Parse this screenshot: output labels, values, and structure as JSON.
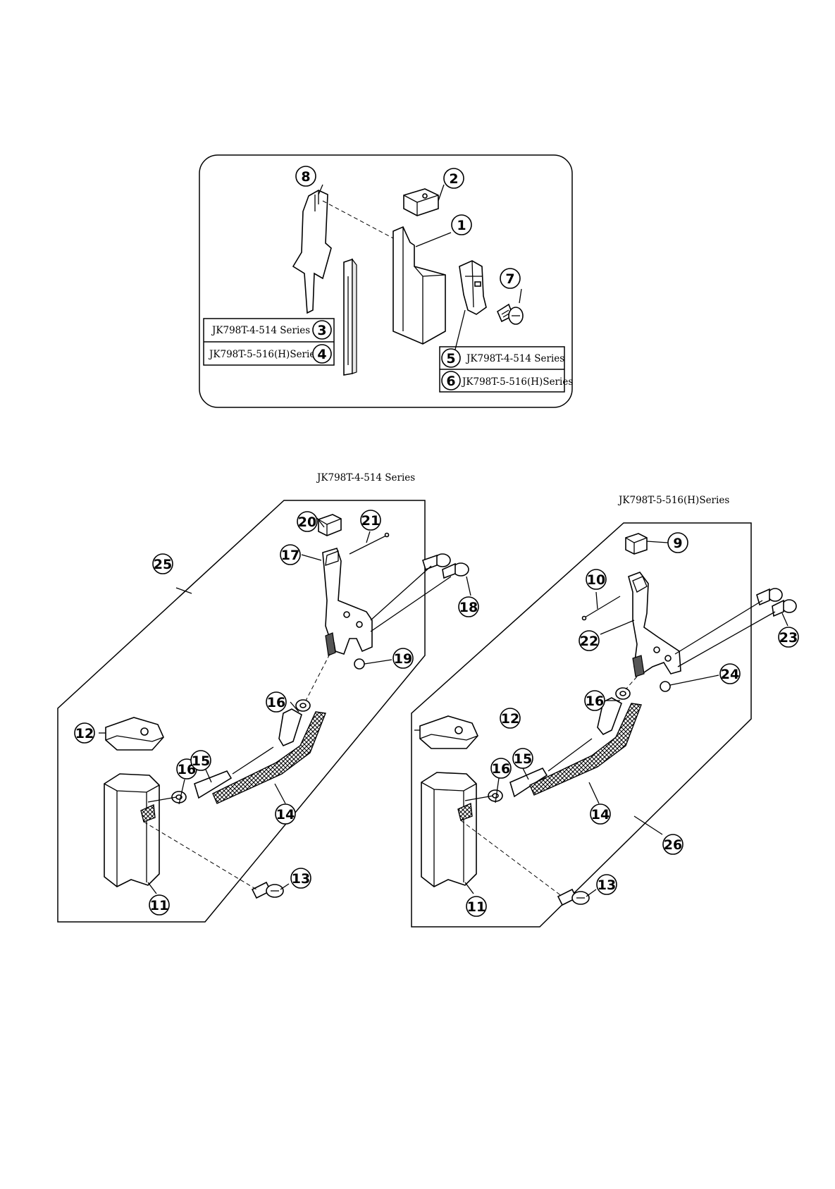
{
  "callouts": {
    "n1": "1",
    "n2": "2",
    "n3": "3",
    "n4": "4",
    "n5": "5",
    "n6": "6",
    "n7": "7",
    "n8": "8",
    "n9": "9",
    "n10": "10",
    "n11": "11",
    "n12": "12",
    "n13": "13",
    "n14": "14",
    "n15": "15",
    "n16": "16",
    "n17": "17",
    "n18": "18",
    "n19": "19",
    "n20": "20",
    "n21": "21",
    "n22": "22",
    "n23": "23",
    "n24": "24",
    "n25": "25",
    "n26": "26"
  },
  "top_panel": {
    "table_left": {
      "row3": "JK798T-4-514 Series",
      "row4": "JK798T-5-516(H)Series"
    },
    "table_right": {
      "row5": "JK798T-4-514 Series",
      "row6": "JK798T-5-516(H)Series"
    }
  },
  "bottom_left": {
    "title": "JK798T-4-514 Series"
  },
  "bottom_right": {
    "title": "JK798T-5-516(H)Series"
  }
}
